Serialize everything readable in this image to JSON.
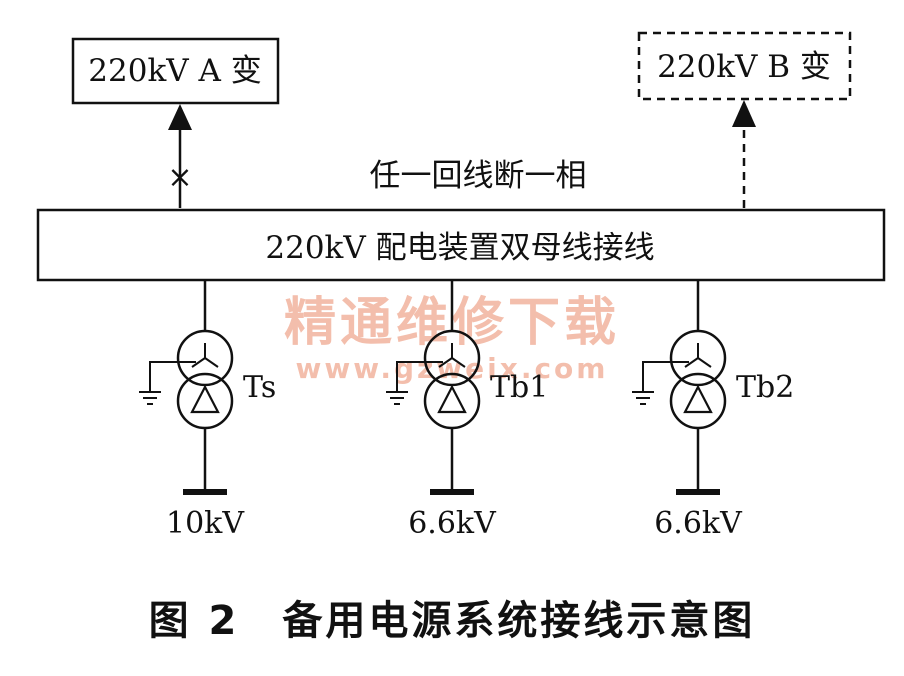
{
  "diagram": {
    "station_a": {
      "label": "220kV A 变",
      "style": "solid"
    },
    "station_b": {
      "label": "220kV B 变",
      "style": "dashed"
    },
    "fault_label": "任一回线断一相",
    "fault_marker": "×",
    "busbar_label": "220kV 配电装置双母线接线",
    "transformers": [
      {
        "name": "Ts",
        "voltage": "10kV"
      },
      {
        "name": "Tb1",
        "voltage": "6.6kV"
      },
      {
        "name": "Tb2",
        "voltage": "6.6kV"
      }
    ],
    "watermark": {
      "line1": "精通维修下载",
      "line2": "www.gzweix.com",
      "color": "#f2b8a4"
    }
  },
  "caption": "图 2　备用电源系统接线示意图"
}
